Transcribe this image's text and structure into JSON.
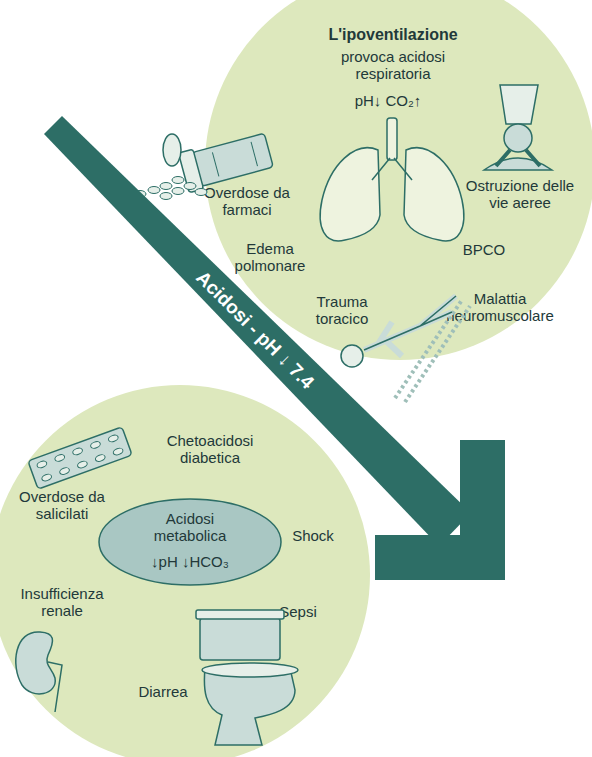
{
  "diagram": {
    "nodes": [
      {
        "text": [
          "L'ipoventilazione",
          "provoca acidosi respiratoria",
          "pH↓ CO₂↑",
          "Overdose da farmaci",
          "Ostruzione delle vie aeree",
          "Edema polmonare",
          "BPCO",
          "Trauma toracico",
          "Malattia neuromuscolare"
        ]
      },
      {
        "text": [
          "Acidosi - pH ↓ 7.4"
        ]
      },
      {
        "text": [
          "Chetoacidosi diabetica",
          "Overdose da salicilati",
          "Shock",
          "Insufficienza renale",
          "Sepsi",
          "Diarrea"
        ]
      },
      {
        "text": [
          "Acidosi metabolica",
          "↓pH ↓HCO₃"
        ],
        "in": 2
      }
    ]
  }
}
